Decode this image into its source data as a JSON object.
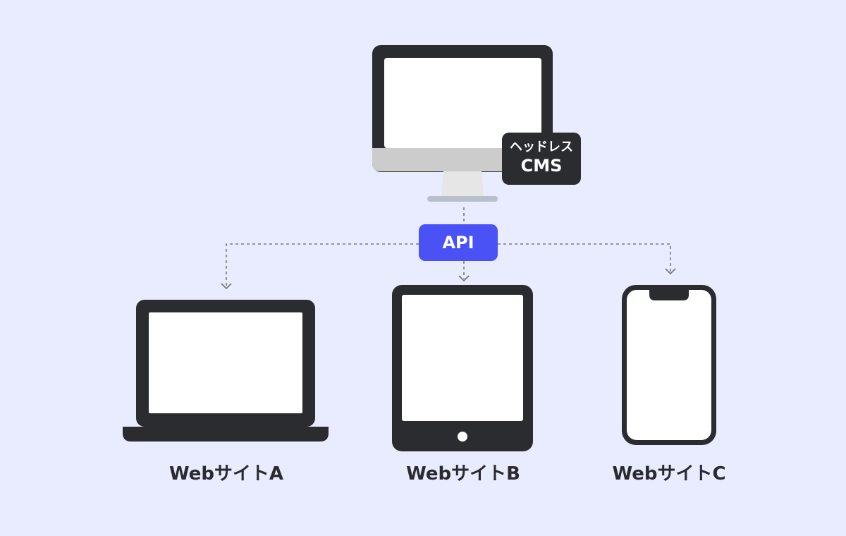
{
  "cms_badge": {
    "line1": "ヘッドレス",
    "line2": "CMS"
  },
  "api_badge": {
    "label": "API"
  },
  "sites": [
    {
      "label": "WebサイトA",
      "device": "laptop"
    },
    {
      "label": "WebサイトB",
      "device": "tablet"
    },
    {
      "label": "WebサイトC",
      "device": "smartphone"
    }
  ],
  "colors": {
    "background": "#e9ebff",
    "device_dark": "#2b2c30",
    "screen": "#ffffff",
    "monitor_chin": "#cccccc",
    "monitor_stand": "#e6e6e6",
    "monitor_base": "#b9c0cb",
    "api_accent": "#4a52f5",
    "connector": "#7a7a7a"
  }
}
